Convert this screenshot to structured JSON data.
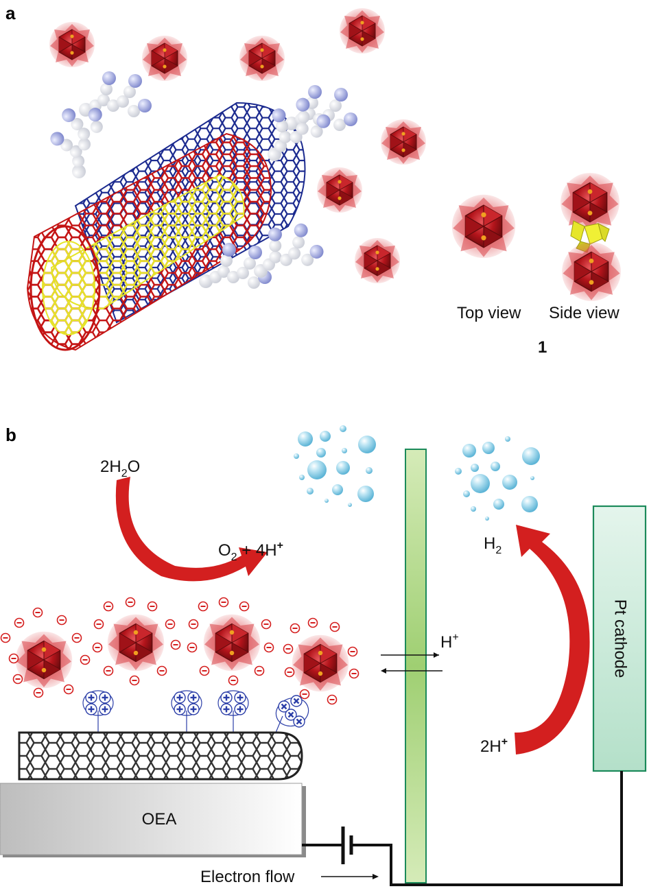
{
  "panel_a": {
    "letter": "a",
    "top_view_label": "Top view",
    "side_view_label": "Side view",
    "compound_number": "1"
  },
  "panel_b": {
    "letter": "b",
    "reactant_water": "2H2O",
    "product_oxygen": "O2 + 4H+",
    "proton_crossing": "H+",
    "hydrogen_product": "H2",
    "proton_reactant": "2H+",
    "cathode_label": "Pt cathode",
    "anode_label": "OEA",
    "electron_flow_label": "Electron flow"
  },
  "colors": {
    "nanotube_blue": "#1b2a8f",
    "nanotube_red": "#c41414",
    "nanotube_yellow": "#e6e62a",
    "polyoxometalate_red": "#b0161c",
    "arrow_red": "#d31f1f",
    "membrane_green": "#a9d27c",
    "membrane_border": "#1b8a5a",
    "cathode_fill": "#c7ead8",
    "bubble_blue": "#8ed0e8",
    "anion_red": "#d41d1d",
    "cation_blue": "#2b3ea8"
  }
}
